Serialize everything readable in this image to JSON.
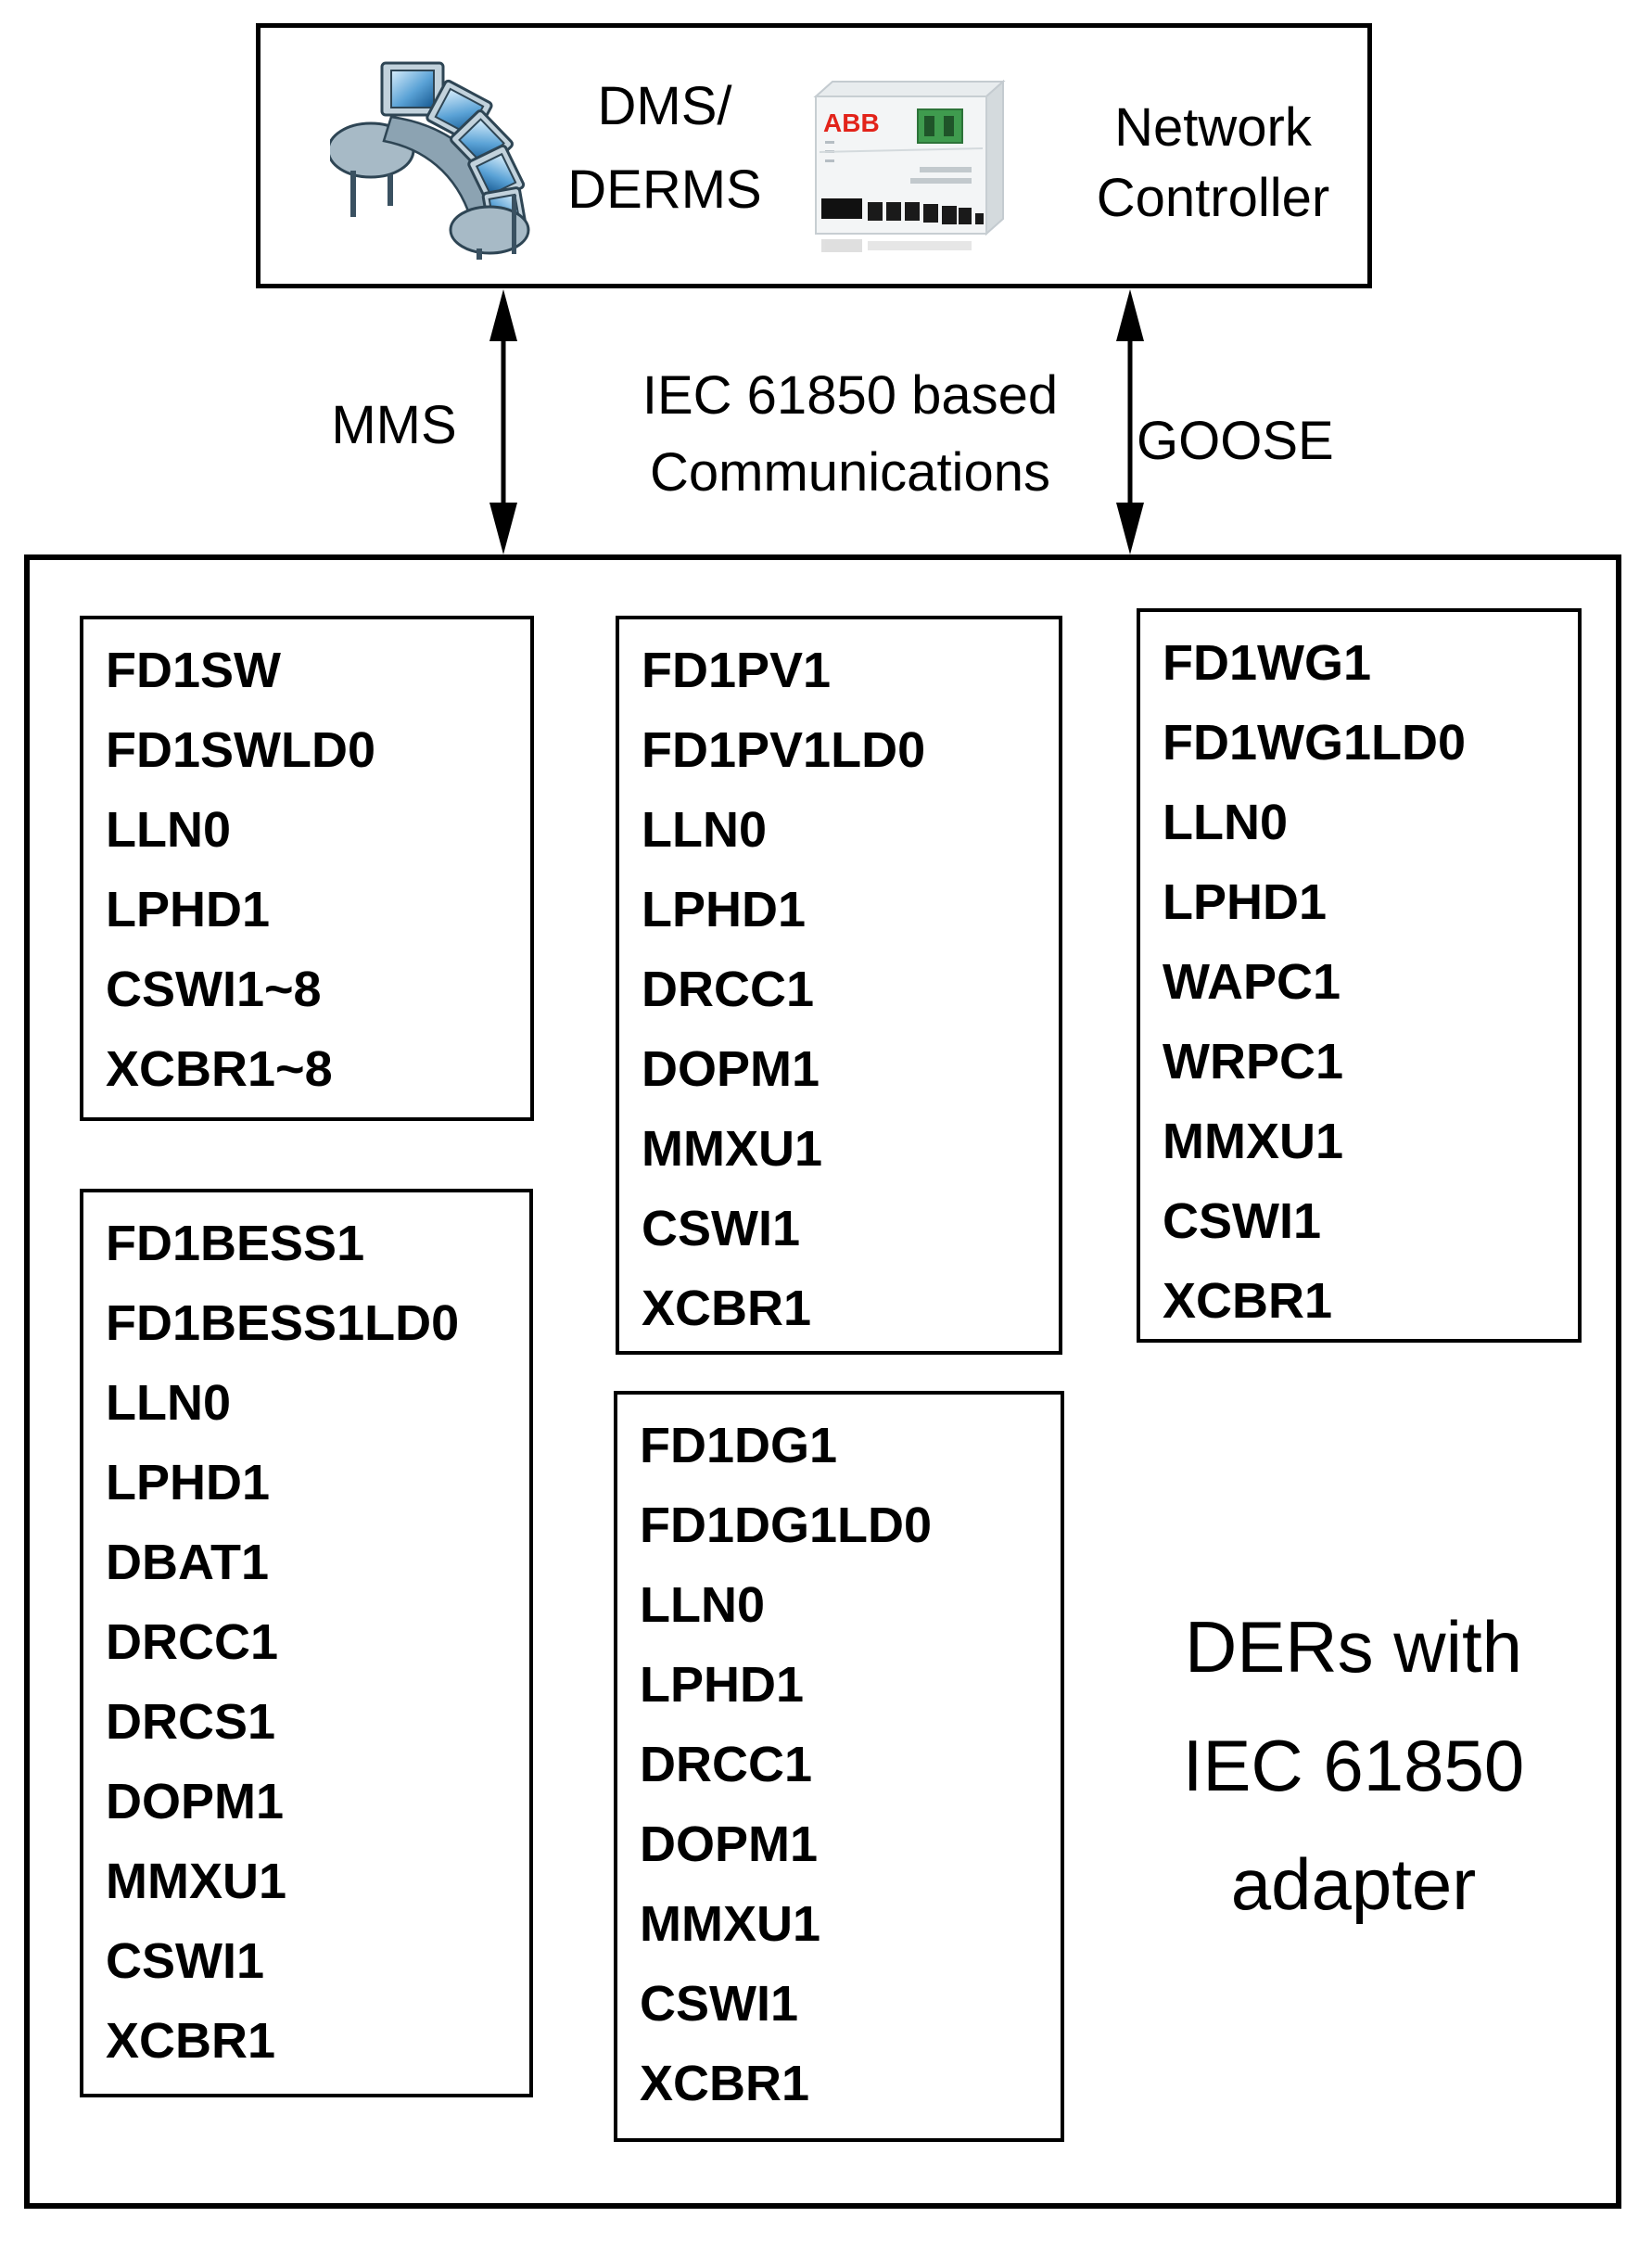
{
  "colors": {
    "outline": "#000000",
    "abb_red": "#e2231a",
    "terminal_green": "#3f9b4e",
    "screen_blue": "#4a8fc0",
    "desk_gray": "#a7bac6"
  },
  "top_box": {
    "dms_line1": "DMS/",
    "dms_line2": "DERMS",
    "nc_line1": "Network",
    "nc_line2": "Controller",
    "abb_logo": "ABB"
  },
  "comm": {
    "left_protocol": "MMS",
    "center_line1": "IEC 61850 based",
    "center_line2": "Communications",
    "right_protocol": "GOOSE"
  },
  "der_boxes": [
    {
      "name": "switch-device",
      "items": [
        "FD1SW",
        "FD1SWLD0",
        "LLN0",
        "LPHD1",
        "CSWI1~8",
        "XCBR1~8"
      ]
    },
    {
      "name": "pv-device",
      "items": [
        "FD1PV1",
        "FD1PV1LD0",
        "LLN0",
        "LPHD1",
        "DRCC1",
        "DOPM1",
        "MMXU1",
        "CSWI1",
        "XCBR1"
      ]
    },
    {
      "name": "wind-device",
      "items": [
        "FD1WG1",
        "FD1WG1LD0",
        "LLN0",
        "LPHD1",
        "WAPC1",
        "WRPC1",
        "MMXU1",
        "CSWI1",
        "XCBR1"
      ]
    },
    {
      "name": "bess-device",
      "items": [
        "FD1BESS1",
        "FD1BESS1LD0",
        "LLN0",
        "LPHD1",
        "DBAT1",
        "DRCC1",
        "DRCS1",
        "DOPM1",
        "MMXU1",
        "CSWI1",
        "XCBR1"
      ]
    },
    {
      "name": "dg-device",
      "items": [
        "FD1DG1",
        "FD1DG1LD0",
        "LLN0",
        "LPHD1",
        "DRCC1",
        "DOPM1",
        "MMXU1",
        "CSWI1",
        "XCBR1"
      ]
    }
  ],
  "caption": {
    "line1": "DERs with",
    "line2": "IEC 61850",
    "line3": "adapter"
  }
}
